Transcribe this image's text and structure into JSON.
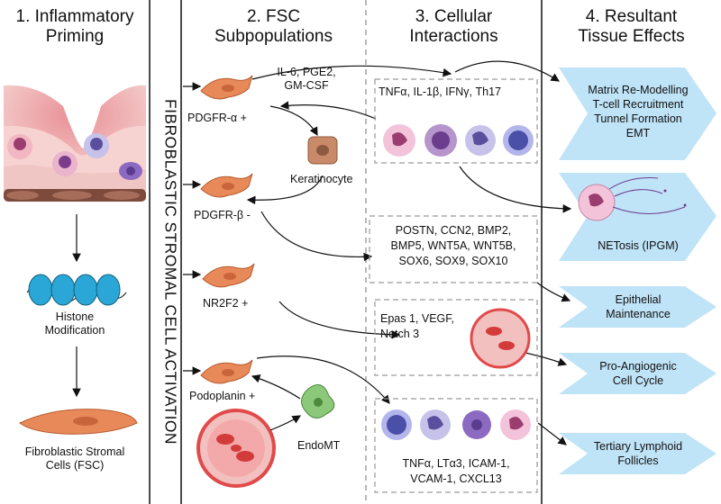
{
  "headers": {
    "col1": [
      "1. Inflammatory",
      "Priming"
    ],
    "col2": [
      "2. FSC",
      "Subpopulations"
    ],
    "col3": [
      "3. Cellular",
      "Interactions"
    ],
    "col4": [
      "4. Resultant",
      "Tissue Effects"
    ]
  },
  "vertical_banner": "FIBROBLASTIC STROMAL CELL ACTIVATION",
  "col1": {
    "histone": [
      "Histone",
      "Modification"
    ],
    "fsc": [
      "Fibroblastic Stromal",
      "Cells (FSC)"
    ]
  },
  "col2": {
    "pdgfra": "PDGFR-α +",
    "pdgfrb": "PDGFR-β -",
    "nr2f2": "NR2F2 +",
    "podoplanin": "Podoplanin +",
    "keratinocyte": "Keratinocyte",
    "endomt": "EndoMT",
    "cytokines": [
      "IL-6, PGE2,",
      "GM-CSF"
    ]
  },
  "col3": {
    "box1": "TNFα, IL-1β, IFNγ, Th17",
    "box2": [
      "POSTN, CCN2, BMP2,",
      "BMP5, WNT5A, WNT5B,",
      "SOX6, SOX9, SOX10"
    ],
    "box3": [
      "Epas 1, VEGF,",
      "Notch 3"
    ],
    "box4": [
      "TNFα, LTα3, ICAM-1,",
      "VCAM-1, CXCL13"
    ]
  },
  "col4": {
    "effect1": [
      "Matrix Re-Modelling",
      "T-cell Recruitment",
      "Tunnel Formation",
      "EMT"
    ],
    "effect2": "NETosis (IPGM)",
    "effect3": [
      "Epithelial",
      "Maintenance"
    ],
    "effect4": [
      "Pro-Angiogenic",
      "Cell Cycle"
    ],
    "effect5": [
      "Tertiary Lymphoid",
      "Follicles"
    ]
  },
  "colors": {
    "chevron": "#bfe3f7",
    "fibroblast": "#e8895a",
    "nucleosome": "#2aa7d6",
    "skin_pink": "#f2b7b4",
    "endothelial_red": "#e04a4a",
    "endomt_green": "#8cc87a",
    "dashed": "#9a9a9a"
  }
}
